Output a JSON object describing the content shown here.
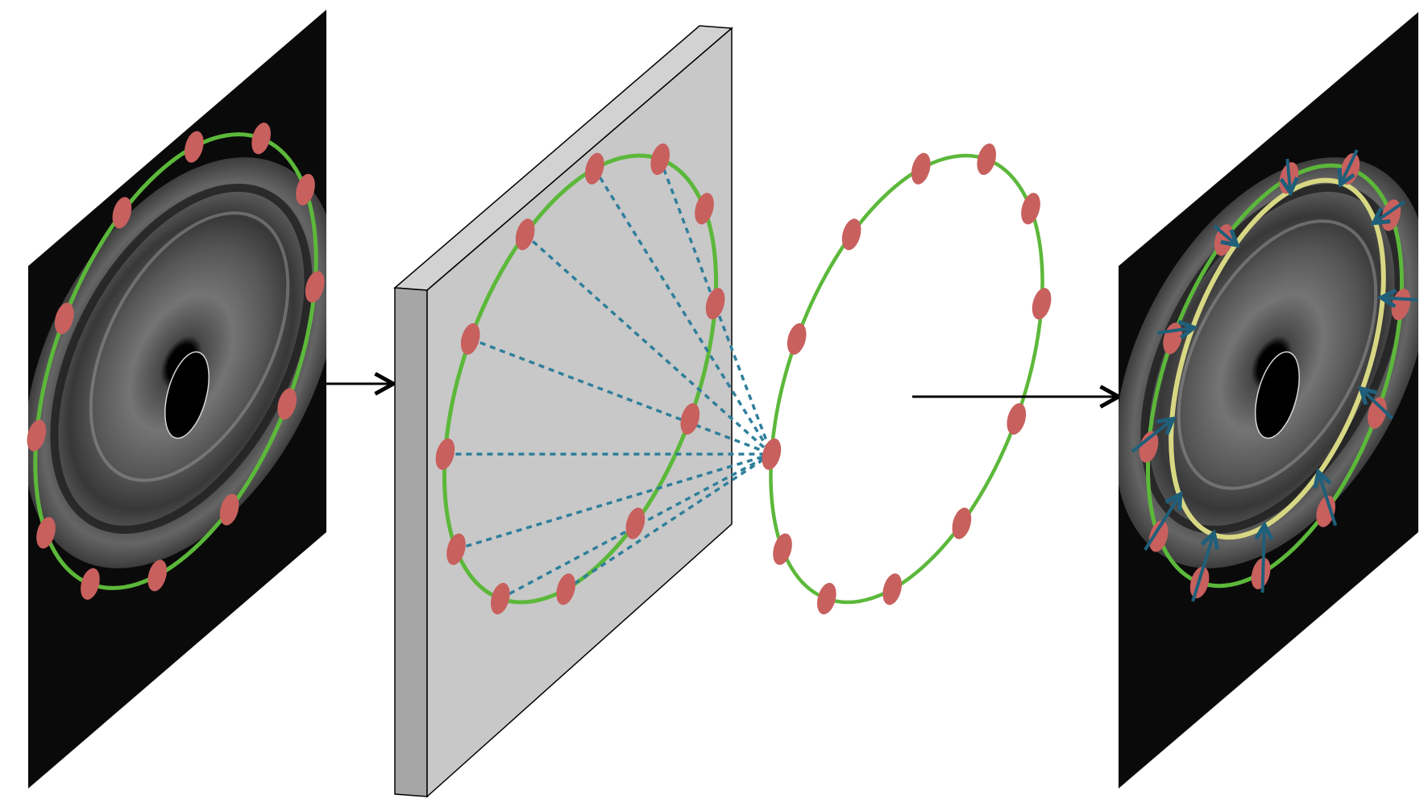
{
  "figure": {
    "description_tags": [
      "ivus-input-panel",
      "graph-plane",
      "graph-ring",
      "ivus-output-panel"
    ],
    "colors": {
      "contour_green": "#5cb83a",
      "node_red": "#c8605e",
      "edge_blue": "#2f7f9b",
      "offset_arrow": "#1f5f7a",
      "inner_contour_yellow": "#d8d884",
      "plane_gray": "#c8c8c8",
      "plane_edge": "#a8a8a8",
      "arrow_black": "#000000",
      "image_dark": "#0a0a0a"
    },
    "icons": {
      "flow_arrow_1": "right-arrow",
      "flow_arrow_2": "right-arrow"
    },
    "node_count": {
      "input_contour": 12,
      "graph_plane": 12,
      "graph_ring": 12,
      "output_contour": 12
    }
  }
}
